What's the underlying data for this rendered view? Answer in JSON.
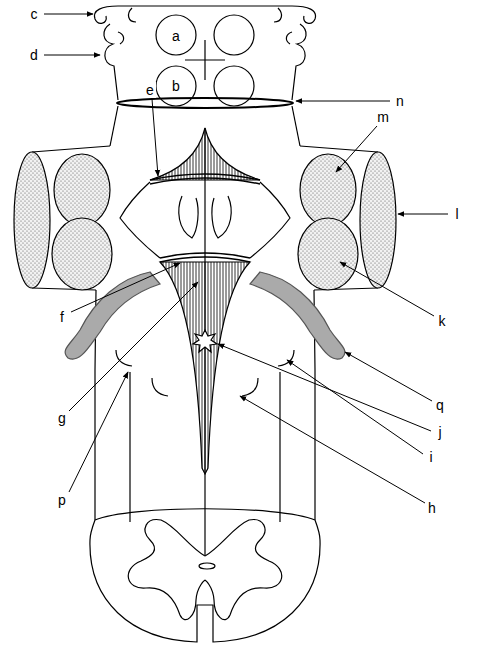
{
  "diagram": {
    "labels": [
      "c",
      "d",
      "a",
      "b",
      "e",
      "n",
      "m",
      "l",
      "k",
      "f",
      "q",
      "g",
      "j",
      "i",
      "h",
      "p"
    ]
  }
}
